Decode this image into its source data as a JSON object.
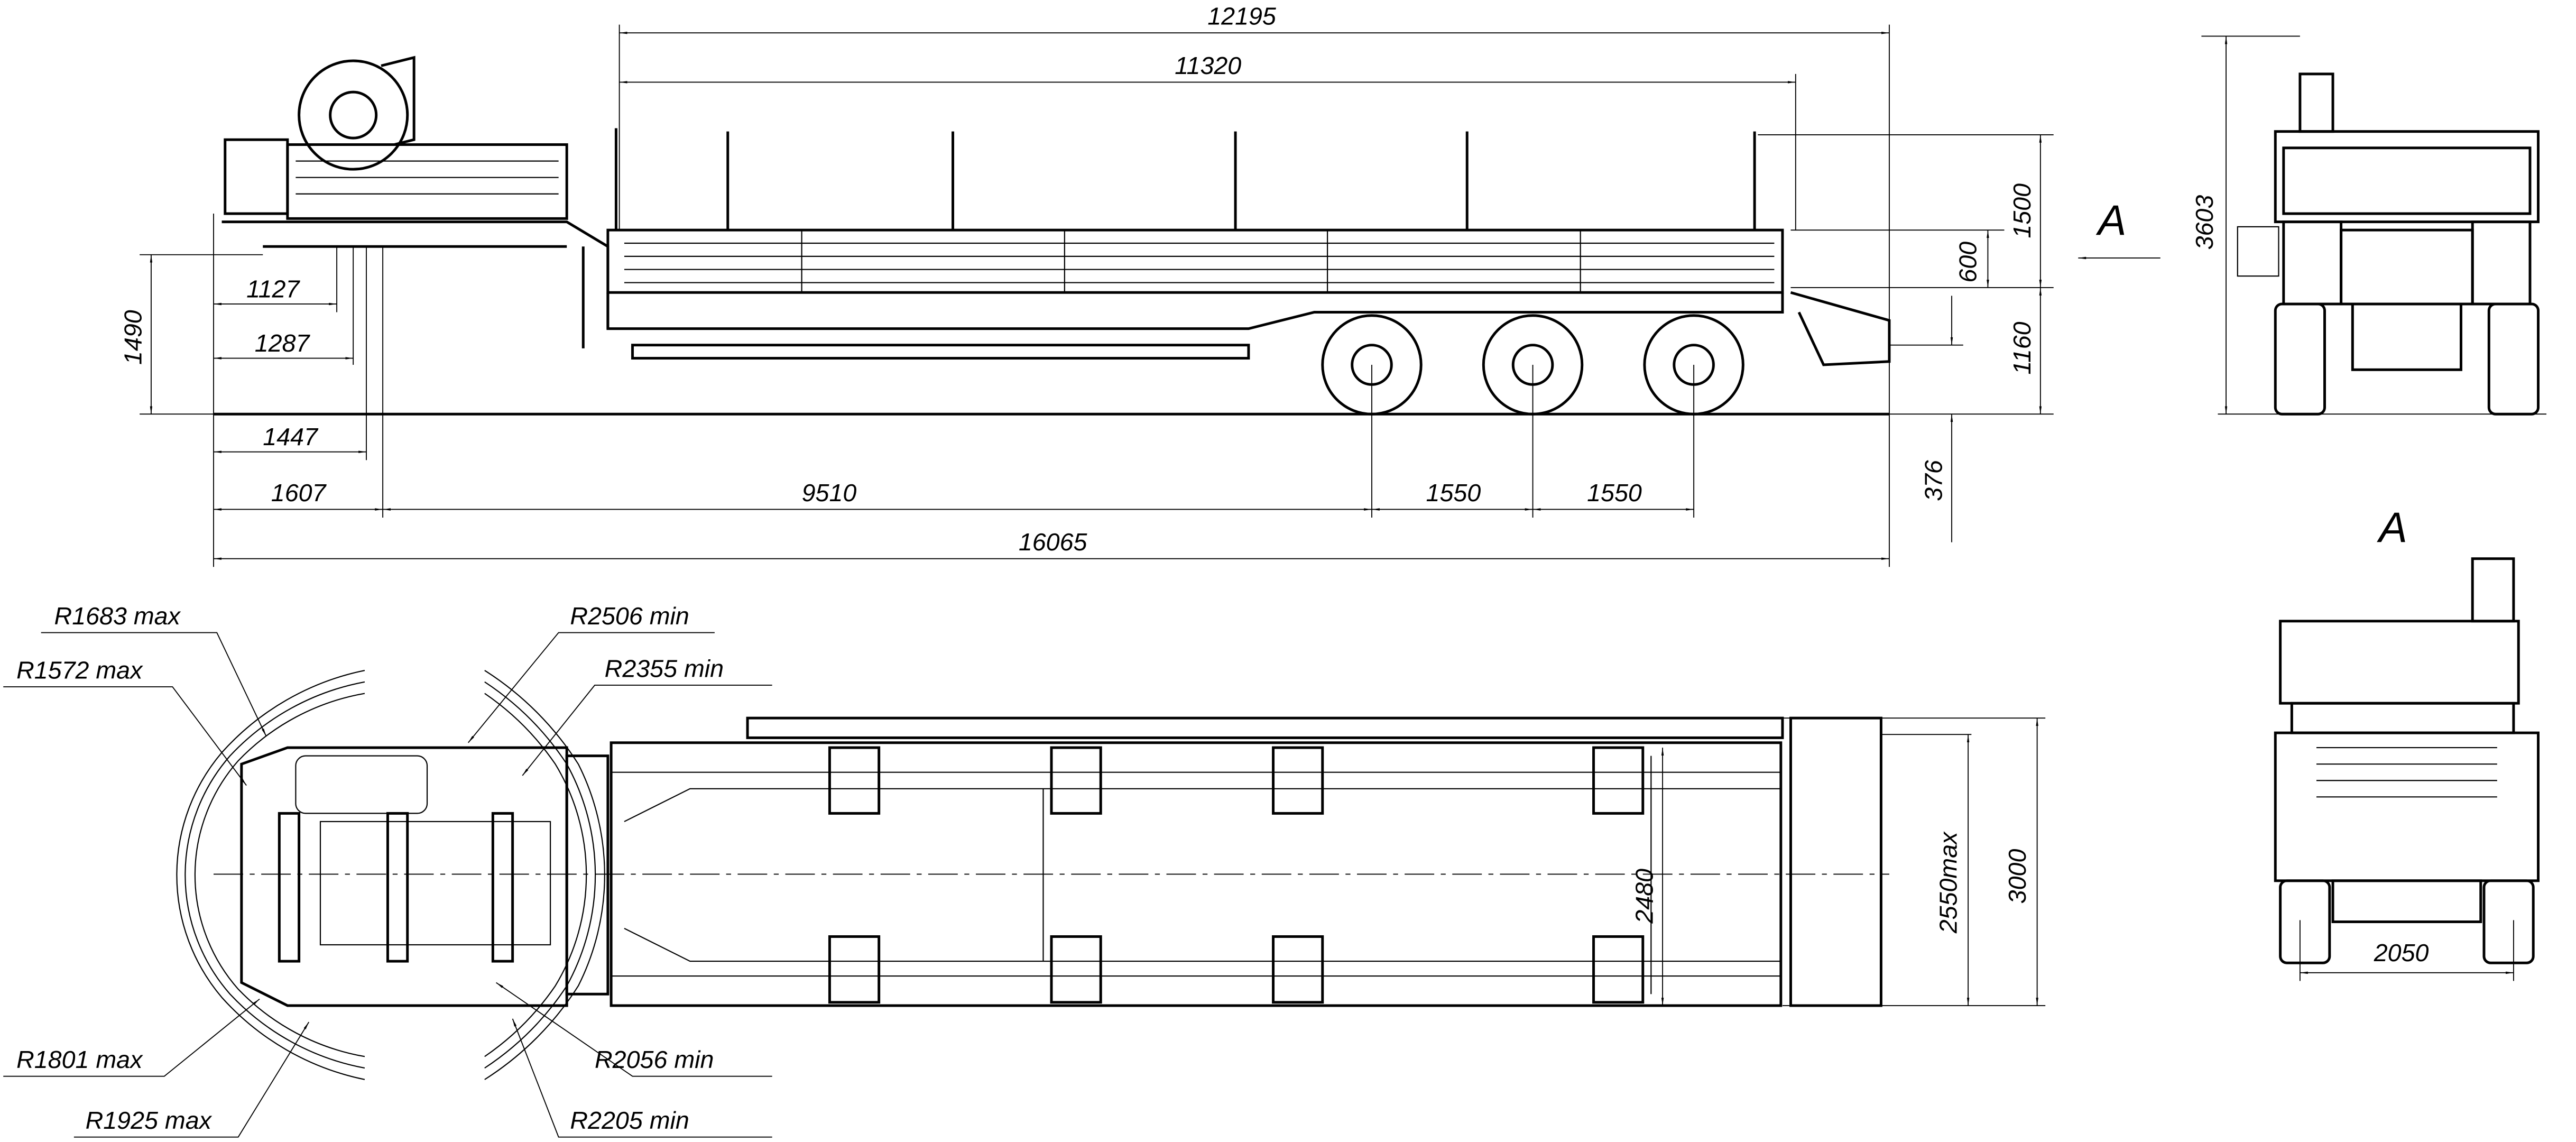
{
  "drawing": {
    "title": "Semi-trailer general arrangement drawing",
    "side_view": {
      "overall_length_platform": "12195",
      "platform_length": "11320",
      "stake_height": "1500",
      "board_height": "600",
      "deck_height": "1160",
      "ground_clearance": "376",
      "coupling_height": "1490",
      "dim_1127": "1127",
      "dim_1287": "1287",
      "dim_1447": "1447",
      "dim_1607": "1607",
      "kingpin_to_axle": "9510",
      "axle_spacing_1": "1550",
      "axle_spacing_2": "1550",
      "overall_length": "16065",
      "view_arrow_label": "A"
    },
    "rear_view": {
      "overall_height": "3603"
    },
    "view_a": {
      "label": "A",
      "track_width": "2050"
    },
    "plan_view": {
      "inner_width": "2480",
      "width_max": "2550max",
      "overall_width": "3000",
      "radii": {
        "r1683": "R1683 max",
        "r1572": "R1572 max",
        "r2506": "R2506 min",
        "r2355": "R2355 min",
        "r1801": "R1801 max",
        "r1925": "R1925 max",
        "r2056": "R2056 min",
        "r2205": "R2205 min"
      }
    }
  }
}
